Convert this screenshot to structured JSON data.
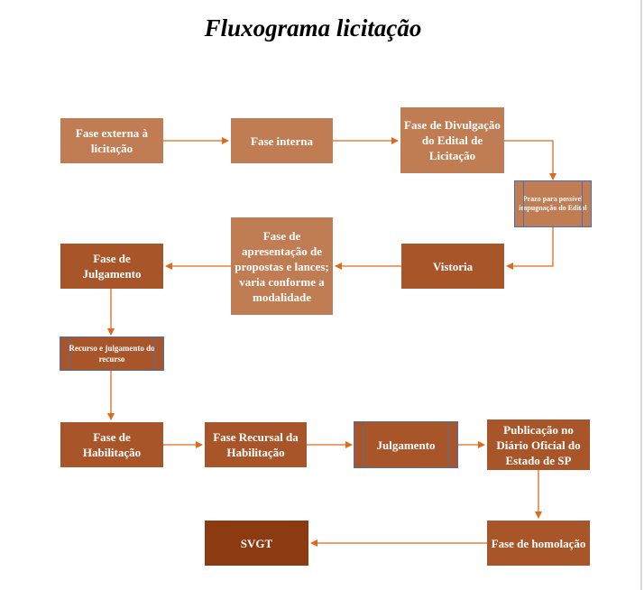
{
  "title": "Fluxograma licitação",
  "colors": {
    "light": "#c07c52",
    "medium": "#a9552a",
    "dark": "#8c3a12",
    "arrow": "#e06a1a",
    "predefined_border": "#4f6ea8"
  },
  "nodes": {
    "fase_externa": "Fase externa à licitação",
    "fase_interna": "Fase interna",
    "divulgacao": "Fase de Divulgação do Edital de Licitação",
    "prazo": "Prazo para possível impugnação do Edital",
    "vistoria": "Vistoria",
    "apresentacao": "Fase de apresentação de propostas e lances; varia conforme a modalidade",
    "julgamento_fase": "Fase de Julgamento",
    "recurso": "Recurso e julgamento do recurso",
    "habilitacao": "Fase de Habilitação",
    "recursal": "Fase Recursal da Habilitação",
    "julgamento": "Julgamento",
    "publicacao": "Publicação no Diário Oficial do Estado de SP",
    "homologacao": "Fase de homolação",
    "svgt": "SVGT"
  }
}
